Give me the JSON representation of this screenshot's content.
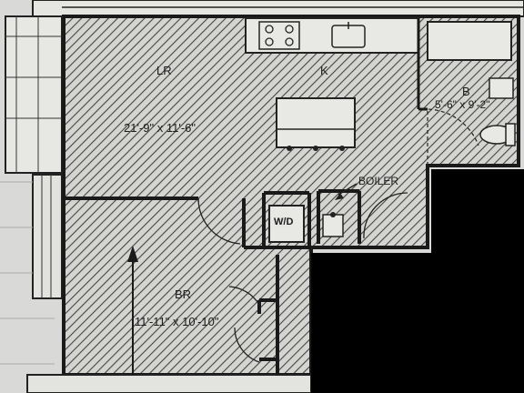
{
  "rooms": {
    "living": {
      "label": "LR",
      "dimensions": "21'-9\" x 11'-6\""
    },
    "kitchen": {
      "label": "K"
    },
    "bath": {
      "label": "B",
      "dimensions": "5'-6\" x 9'-2\""
    },
    "bedroom": {
      "label": "BR",
      "dimensions": "11'-11\" x 10'-10\""
    }
  },
  "fixtures": {
    "washer_dryer": "W/D",
    "boiler": "BOILER"
  },
  "colors": {
    "wall": "#1a1a1a",
    "hatch": "#3a3a3a",
    "paper": "#d9d9d7",
    "redacted": "#000000"
  }
}
